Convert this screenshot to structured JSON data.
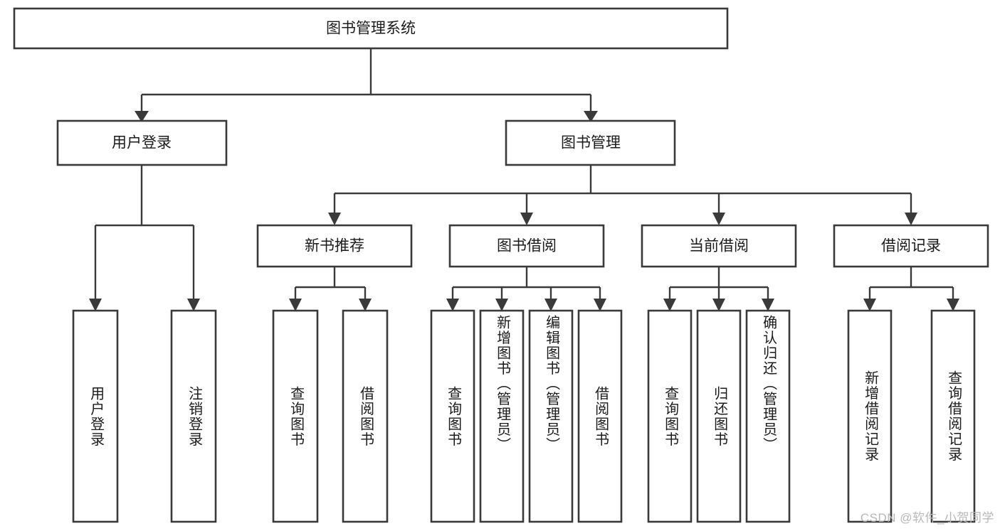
{
  "diagram": {
    "type": "hierarchy-tree",
    "title": "图书管理系统",
    "orientation": "top-down",
    "colors": {
      "box_stroke": "#3a3a3a",
      "box_fill": "#ffffff",
      "connector": "#3a3a3a",
      "text": "#1b1b1b",
      "watermark": "#b8b8b8",
      "background": "#ffffff"
    },
    "levels": {
      "root": {
        "label": "图书管理系统"
      },
      "level2": [
        {
          "label": "用户登录"
        },
        {
          "label": "图书管理"
        }
      ],
      "level3": [
        {
          "label": "新书推荐"
        },
        {
          "label": "图书借阅"
        },
        {
          "label": "当前借阅"
        },
        {
          "label": "借阅记录"
        }
      ],
      "leaves": {
        "user_login": [
          {
            "label": "用户登录"
          },
          {
            "label": "注销登录"
          }
        ],
        "new_book_recommend": [
          {
            "label": "查询图书"
          },
          {
            "label": "借阅图书"
          }
        ],
        "book_borrow": [
          {
            "label": "查询图书"
          },
          {
            "label": "新增图书（管理员）"
          },
          {
            "label": "编辑图书（管理员）"
          },
          {
            "label": "借阅图书"
          }
        ],
        "current_borrow": [
          {
            "label": "查询图书"
          },
          {
            "label": "归还图书"
          },
          {
            "label": "确认归还（管理员）"
          }
        ],
        "borrow_record": [
          {
            "label": "新增借阅记录"
          },
          {
            "label": "查询借阅记录"
          }
        ]
      }
    },
    "watermark": "CSDN @软件_小贺同学"
  }
}
